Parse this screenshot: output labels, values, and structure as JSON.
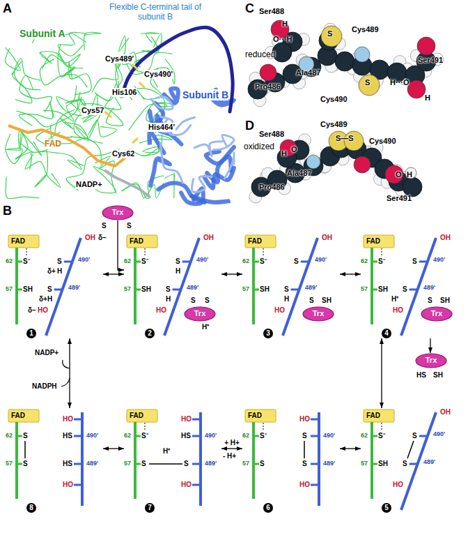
{
  "diagram": {
    "nodes": [
      {
        "text": [
          "1"
        ]
      },
      {
        "text": [
          "Trx"
        ]
      },
      {
        "text": [
          "2"
        ]
      },
      {
        "text": [
          "Trx"
        ],
        "in": 2
      },
      {
        "text": [
          "3"
        ]
      },
      {
        "text": [
          "Trx"
        ],
        "in": 4
      },
      {
        "text": [
          "4"
        ]
      },
      {
        "text": [
          "Trx"
        ],
        "in": 6
      },
      {
        "text": [
          "Trx"
        ]
      },
      {
        "text": [
          "5"
        ]
      },
      {
        "text": [
          "6"
        ]
      },
      {
        "text": [
          "7"
        ]
      },
      {
        "text": [
          "8"
        ]
      }
    ],
    "edges": [
      {
        "from": 0,
        "to": 2,
        "arrow": "both"
      },
      {
        "from": 1,
        "to": 2,
        "arrow": "to"
      },
      {
        "from": 2,
        "to": 4,
        "arrow": "both"
      },
      {
        "from": 4,
        "to": 6,
        "arrow": "both"
      },
      {
        "from": 6,
        "to": 9,
        "arrow": "both"
      },
      {
        "from": 6,
        "to": 8,
        "arrow": "to"
      },
      {
        "from": 9,
        "to": 10,
        "arrow": "both"
      },
      {
        "from": 10,
        "to": 11,
        "label": "+ H+",
        "arrow": "both"
      },
      {
        "from": 11,
        "to": 12,
        "arrow": "both"
      },
      {
        "from": 12,
        "to": 0,
        "arrow": "both"
      }
    ],
    "labels": [
      "A",
      "Flexible C-terminal tail of subunit B",
      "Subunit A",
      "Subunit B",
      "Cys489'",
      "Cys490'",
      "His106",
      "Cys57",
      "His464'",
      "FAD",
      "Cys62",
      "NADP+",
      "C",
      "Ser488",
      "reduced",
      "H",
      "O···H",
      "S",
      "Cys489",
      "Ser491",
      "Ala487",
      "Pro486",
      "S",
      "H···O",
      "H",
      "Cys490",
      "D",
      "oxidized",
      "Ser488",
      "Cys489",
      "S—S",
      "Cys490",
      "H",
      "O",
      "Ala487",
      "Pro486",
      "O",
      "H",
      "Ser491",
      "B",
      "S",
      "S",
      "NADP+",
      "NADPH",
      "- H+",
      "HS",
      "SH",
      "FAD",
      "62",
      "57",
      "S⁻",
      "SH",
      "490'",
      "489'",
      "OH",
      "δ−",
      "S",
      "H",
      "δ+",
      "S",
      "H",
      "δ+",
      "HO",
      "δ−",
      "FAD",
      "62",
      "57",
      "S⁻",
      "SH",
      "490'",
      "489'",
      "OH",
      "S",
      "H",
      "S",
      "H",
      "HO",
      "S",
      "S",
      "H⁺",
      "FAD",
      "62",
      "57",
      "S⁻",
      "SH",
      "490'",
      "489'",
      "OH",
      "S",
      "S",
      "H",
      "HO",
      "S",
      "SH",
      "FAD",
      "62",
      "57",
      "S⁻",
      "SH",
      "490'",
      "489'",
      "OH",
      "S",
      "S",
      "H⁺",
      "HO",
      "S",
      "SH",
      "FAD",
      "62",
      "57",
      "S⁻",
      "SH",
      "490'",
      "489'",
      "OH",
      "S",
      "S",
      "HO",
      "FAD",
      "62",
      "57",
      "S⁻",
      "S",
      "490'",
      "489'",
      "HO",
      "S",
      "S",
      "HO",
      "FAD",
      "62",
      "57",
      "S⁻",
      "S",
      "490'",
      "489'",
      "HO",
      "HS",
      "S",
      "HO",
      "H⁺",
      "FAD",
      "62",
      "57",
      "S",
      "S",
      "490'",
      "489'",
      "HO",
      "HS",
      "HS",
      "HO"
    ]
  }
}
